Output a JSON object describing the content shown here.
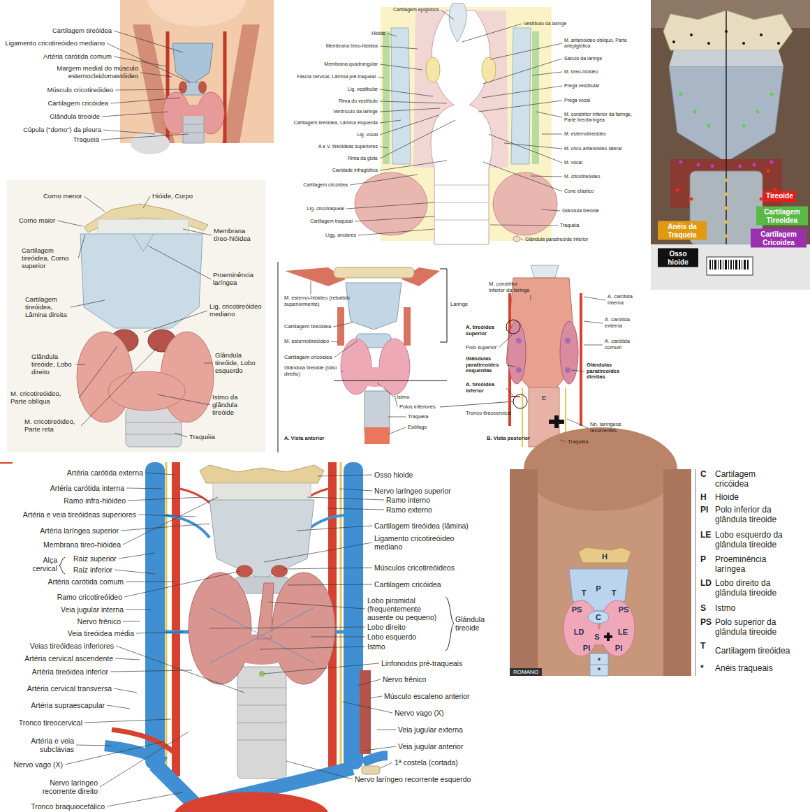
{
  "diagram": {
    "nodes": [
      {
        "text": [
          "Tireoide"
        ]
      },
      {
        "text": [
          "Cartilagem Tireoidea"
        ]
      },
      {
        "text": [
          "Anéis da Traqueia"
        ]
      },
      {
        "text": [
          "Cartilagem Cricoidea"
        ]
      },
      {
        "text": [
          "Osso hioide"
        ]
      }
    ],
    "labels": [
      "Cartilagem tireóidea",
      "Ligamento cricotireóideo mediano",
      "Artéria carótida comum",
      "Margem medial do músculo esternocleidomastóideo",
      "Músculo cricotireóideo",
      "Cartilagem cricóidea",
      "Glândula tireoide",
      "Cúpula (\"domo\") da pleura",
      "Traqueia",
      "Cartilagem epiglótica",
      "Hióide",
      "Membrana tíreo-hióidea",
      "Membrana quadrangular",
      "Fáscia cervical, Lâmina pré-traqueal",
      "Lig. vestibular",
      "Rima do vestíbulo",
      "Ventrículo da laringe",
      "Cartilagem tireóidea, Lâmina esquerda",
      "Lig. vocal",
      "A e V. tireóideas superiores",
      "Rima da glote",
      "Cavidade infraglótica",
      "Cartilagem cricóidea",
      "Lig. cricotraqueal",
      "Cartilagem traqueal",
      "Ligg. anulares",
      "Vestíbulo da laringe",
      "M. aritenóideo oblíquo, Parte ariepiglótica",
      "Sáculo da laringe",
      "M. tíreo-hióideo",
      "Prega vestibular",
      "Prega vocal",
      "M. constritor inferior da faringe, Parte tireofaríngea",
      "M. esternotireóideo",
      "M. crico-aritenóideo lateral",
      "M. vocal",
      "M. cricotireóideo",
      "Cone elástico",
      "Glândula tireóide",
      "Traquéia",
      "Glândula paratireóide inferior",
      "Corno menor",
      "Hióide, Corpo",
      "Corno maior",
      "Membrana tíreo-hióidea",
      "Cartilagem tireóidea, Corno superior",
      "Proeminência laríngea",
      "Cartilagem tireóidea, Lâmina direita",
      "Lig. cricotireóideo mediano",
      "Glândula tireóide, Lobo direito",
      "Glândula tireóide, Lobo esquerdo",
      "M. cricotireóideo, Parte oblíqua",
      "Istmo da glândula tireóide",
      "M. cricotireóideo, Parte reta",
      "Traquéia",
      "M. esterno-hióideo (rebatido superiormente)",
      "Cartilagem tireóidea",
      "M. esternotireóideo",
      "Cartilagem cricóidea",
      "Glândula tireóide (lobo direito)",
      "Laringe",
      "Istmo",
      "Polos inferiores",
      "Traquéia",
      "Esôfago",
      "A. Vista anterior",
      "M. constritor inferior da faringe",
      "A. tireóidea superior",
      "Polo superior",
      "Glândulas paratireoides esquerdas",
      "A. tireóidea inferior",
      "Tronco tireocervical",
      "B. Vista posterior",
      "E",
      "A. carótida interna",
      "A. carótida externa",
      "A. carótida comum",
      "Glândulas paratireoides direitas",
      "Nn. laríngeos recorrentes",
      "Traquéia",
      "Artéria carótida externa",
      "Artéria carótida interna",
      "Ramo infra-hióideo",
      "Artéria e veia tireóideas superiores",
      "Artéria laríngea superior",
      "Membrana tireo-hióidea",
      "Alça cervical",
      "Raiz superior",
      "Raiz inferior",
      "Artéria carótida comum",
      "Ramo cricotireóideo",
      "Veia jugular interna",
      "Nervo frênico",
      "Veia tireóidea média",
      "Veias tireóideas inferiores",
      "Artéria cervical ascendente",
      "Artéria tireóidea inferior",
      "Artéria cervical transversa",
      "Artéria supraescapular",
      "Tronco tireocervical",
      "Artéria e veia subclávias",
      "Nervo vago (X)",
      "Nervo laríngeo recorrente direito",
      "Tronco braquiocefálico",
      "Osso hioide",
      "Nervo laríngeo superior",
      "Ramo interno",
      "Ramo externo",
      "Cartilagem tireóidea (lâmina)",
      "Ligamento cricotireóideo mediano",
      "Músculos cricotireóideos",
      "Cartilagem cricóidea",
      "Lobo piramidal (frequentemente ausente ou pequeno)",
      "Lobo direito",
      "Lobo esquerdo",
      "Istmo",
      "Glândula tireoide",
      "Linfonodos pré-traqueais",
      "Nervo frênico",
      "Músculo escaleno anterior",
      "Nervo vago (X)",
      "Veia jugular externa",
      "Veia jugular anterior",
      "1ª costela (cortada)",
      "Nervo laríngeo recorrente esquerdo",
      "H",
      "T",
      "P",
      "T",
      "PS",
      "PS",
      "C",
      "LD",
      "S",
      "LE",
      "PI",
      "PI",
      "*",
      "*",
      "ROMANO",
      "C",
      "Cartilagem cricóidea",
      "H",
      "Hioide",
      "PI",
      "Polo inferior da glândula tireoide",
      "LE",
      "Lobo esquerdo da glândula tireoide",
      "P",
      "Proeminência laríngea",
      "LD",
      "Lobo direito da glândula tireoide",
      "S",
      "Istmo",
      "PS",
      "Polo superior da glândula tireoide",
      "T",
      "Cartilagem tireóidea",
      "*",
      "Anéis traqueais"
    ]
  }
}
